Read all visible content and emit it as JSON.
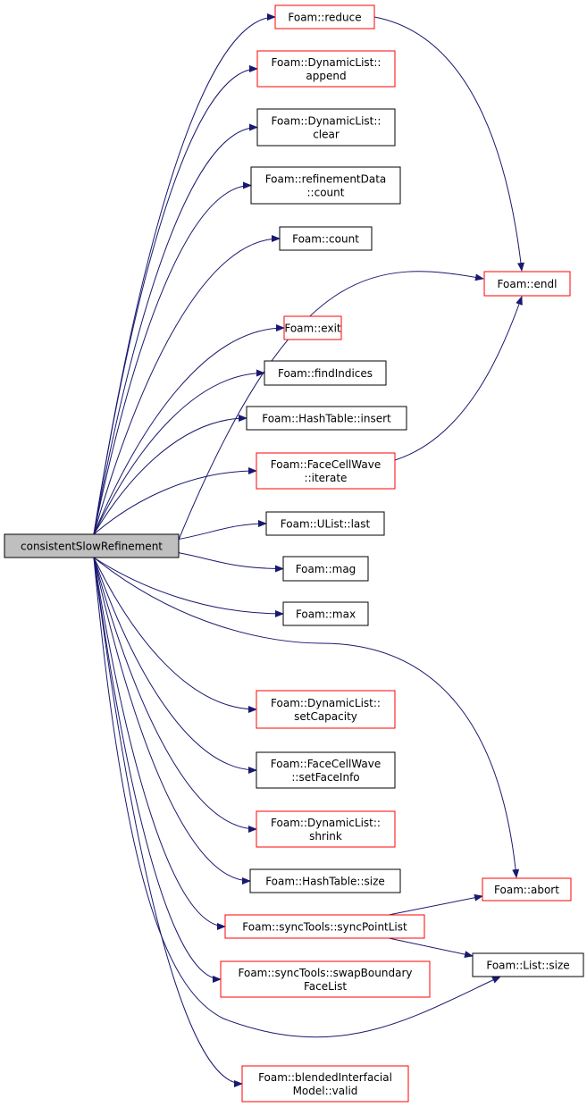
{
  "colors": {
    "edge": "#191970",
    "red_border": "#ff0000",
    "black_border": "#000000",
    "root_fill": "#bfbfbf"
  },
  "root": {
    "id": "root",
    "lines": [
      "consistentSlowRefinement"
    ]
  },
  "nodes": [
    {
      "id": "reduce",
      "lines": [
        "Foam::reduce"
      ],
      "border": "red"
    },
    {
      "id": "append",
      "lines": [
        "Foam::DynamicList::",
        "append"
      ],
      "border": "red"
    },
    {
      "id": "clear",
      "lines": [
        "Foam::DynamicList::",
        "clear"
      ],
      "border": "black"
    },
    {
      "id": "rdcount",
      "lines": [
        "Foam::refinementData",
        "::count"
      ],
      "border": "black"
    },
    {
      "id": "count",
      "lines": [
        "Foam::count"
      ],
      "border": "black"
    },
    {
      "id": "endl",
      "lines": [
        "Foam::endl"
      ],
      "border": "red"
    },
    {
      "id": "exit",
      "lines": [
        "Foam::exit"
      ],
      "border": "red"
    },
    {
      "id": "findIndices",
      "lines": [
        "Foam::findIndices"
      ],
      "border": "black"
    },
    {
      "id": "insert",
      "lines": [
        "Foam::HashTable::insert"
      ],
      "border": "black"
    },
    {
      "id": "iterate",
      "lines": [
        "Foam::FaceCellWave",
        "::iterate"
      ],
      "border": "red"
    },
    {
      "id": "last",
      "lines": [
        "Foam::UList::last"
      ],
      "border": "black"
    },
    {
      "id": "mag",
      "lines": [
        "Foam::mag"
      ],
      "border": "black"
    },
    {
      "id": "max",
      "lines": [
        "Foam::max"
      ],
      "border": "black"
    },
    {
      "id": "setCapacity",
      "lines": [
        "Foam::DynamicList::",
        "setCapacity"
      ],
      "border": "red"
    },
    {
      "id": "setFaceInfo",
      "lines": [
        "Foam::FaceCellWave",
        "::setFaceInfo"
      ],
      "border": "black"
    },
    {
      "id": "shrink",
      "lines": [
        "Foam::DynamicList::",
        "shrink"
      ],
      "border": "red"
    },
    {
      "id": "htsize",
      "lines": [
        "Foam::HashTable::size"
      ],
      "border": "black"
    },
    {
      "id": "abort",
      "lines": [
        "Foam::abort"
      ],
      "border": "red"
    },
    {
      "id": "syncPointList",
      "lines": [
        "Foam::syncTools::syncPointList"
      ],
      "border": "red"
    },
    {
      "id": "swapBoundary",
      "lines": [
        "Foam::syncTools::swapBoundary",
        "FaceList"
      ],
      "border": "red"
    },
    {
      "id": "listsize",
      "lines": [
        "Foam::List::size"
      ],
      "border": "black"
    },
    {
      "id": "valid",
      "lines": [
        "Foam::blendedInterfacial",
        "Model::valid"
      ],
      "border": "red"
    }
  ],
  "edges": [
    [
      "root",
      "reduce"
    ],
    [
      "root",
      "append"
    ],
    [
      "root",
      "clear"
    ],
    [
      "root",
      "rdcount"
    ],
    [
      "root",
      "count"
    ],
    [
      "root",
      "endl"
    ],
    [
      "root",
      "exit"
    ],
    [
      "root",
      "findIndices"
    ],
    [
      "root",
      "insert"
    ],
    [
      "root",
      "iterate"
    ],
    [
      "root",
      "last"
    ],
    [
      "root",
      "mag"
    ],
    [
      "root",
      "max"
    ],
    [
      "root",
      "abort"
    ],
    [
      "root",
      "setCapacity"
    ],
    [
      "root",
      "setFaceInfo"
    ],
    [
      "root",
      "shrink"
    ],
    [
      "root",
      "htsize"
    ],
    [
      "root",
      "syncPointList"
    ],
    [
      "root",
      "swapBoundary"
    ],
    [
      "root",
      "listsize"
    ],
    [
      "root",
      "valid"
    ],
    [
      "reduce",
      "endl"
    ],
    [
      "iterate",
      "endl"
    ],
    [
      "syncPointList",
      "abort"
    ],
    [
      "syncPointList",
      "listsize"
    ]
  ]
}
